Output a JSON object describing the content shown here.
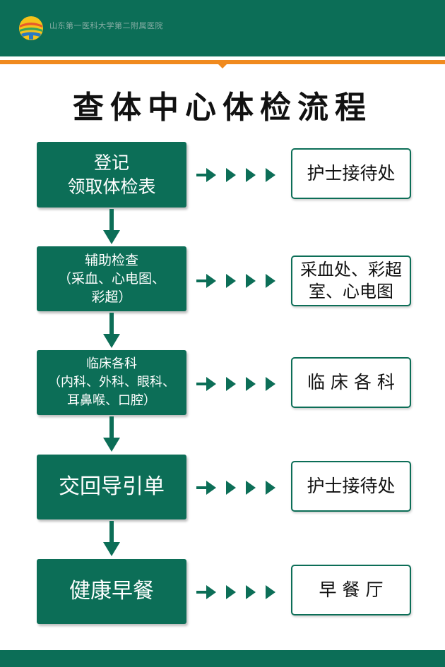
{
  "header": {
    "org_name": "山东第一医科大学第二附属医院",
    "logo_icon": "hospital-logo-icon"
  },
  "title": "查体中心体检流程",
  "colors": {
    "primary_green": "#0c6e57",
    "accent_orange": "#f08a1e"
  },
  "steps": [
    {
      "lines": [
        "登记",
        "领取体检表"
      ],
      "destination": [
        "护士接待处"
      ]
    },
    {
      "lines": [
        "辅助检查",
        "（采血、心电图、",
        "彩超）"
      ],
      "destination": [
        "采血处、彩超",
        "室、心电图"
      ]
    },
    {
      "lines": [
        "临床各科",
        "（内科、外科、眼科、",
        "耳鼻喉、口腔）"
      ],
      "destination": [
        "临 床 各 科"
      ]
    },
    {
      "lines": [
        "交回导引单"
      ],
      "destination": [
        "护士接待处"
      ]
    },
    {
      "lines": [
        "健康早餐"
      ],
      "destination": [
        "早 餐 厅"
      ]
    }
  ]
}
